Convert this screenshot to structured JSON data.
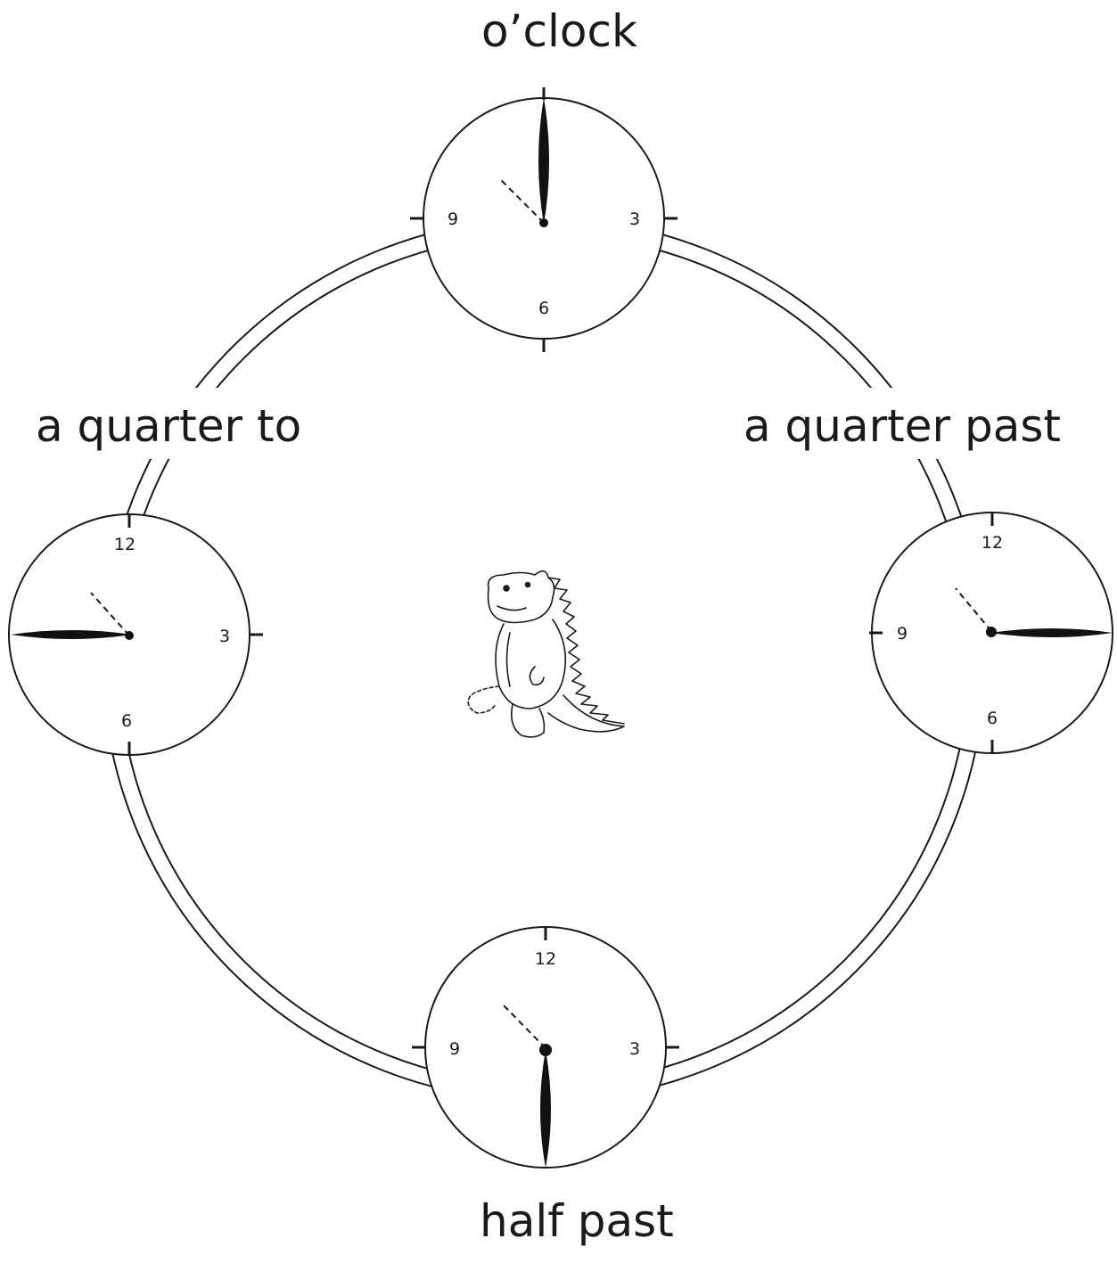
{
  "labels": {
    "top": "o’clock",
    "right": "a quarter past",
    "bottom": "half past",
    "left": "a quarter to"
  },
  "clocks": [
    {
      "id": "oclock",
      "numbers": [
        "9",
        "3",
        "6"
      ],
      "minute_hand": "12"
    },
    {
      "id": "quarter-past",
      "numbers": [
        "12",
        "9",
        "6"
      ],
      "minute_hand": "3"
    },
    {
      "id": "half-past",
      "numbers": [
        "12",
        "9",
        "3"
      ],
      "minute_hand": "6"
    },
    {
      "id": "quarter-to",
      "numbers": [
        "12",
        "3",
        "6"
      ],
      "minute_hand": "9"
    }
  ],
  "icons": {
    "center": "dinosaur-icon"
  }
}
